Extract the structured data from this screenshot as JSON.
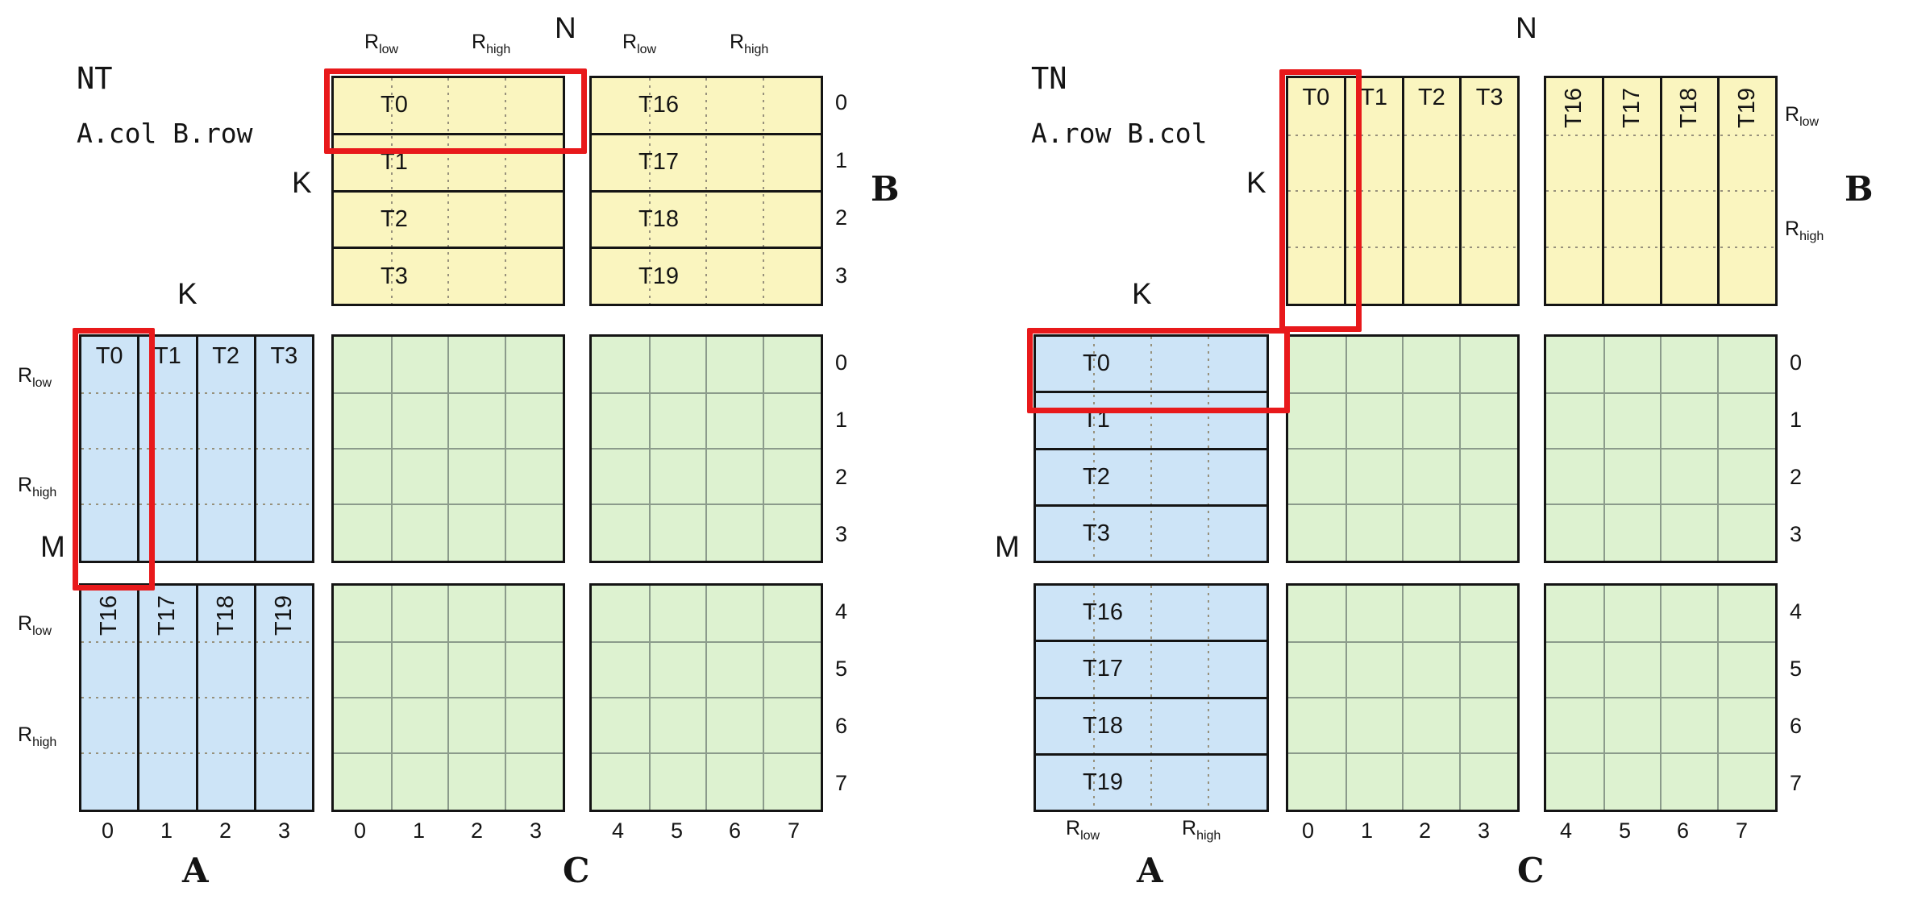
{
  "left": {
    "title": "NT",
    "subtitle": "A.col B.row",
    "n": "N",
    "k_b": "K",
    "k_a": "K",
    "m": "M",
    "a": "A",
    "b": "B",
    "c": "C"
  },
  "right": {
    "title": "TN",
    "subtitle": "A.row B.col",
    "n": "N",
    "k_b": "K",
    "k_a": "K",
    "m": "M",
    "a": "A",
    "b": "B",
    "c": "C"
  },
  "tiles": {
    "low": [
      "T0",
      "T1",
      "T2",
      "T3"
    ],
    "high": [
      "T16",
      "T17",
      "T18",
      "T19"
    ]
  },
  "indices": {
    "first": [
      "0",
      "1",
      "2",
      "3"
    ],
    "second": [
      "4",
      "5",
      "6",
      "7"
    ]
  },
  "r": {
    "base": "R",
    "low": "low",
    "high": "high"
  },
  "colors": {
    "a_fill": "#CDE4F7",
    "b_fill": "#FAF5BF",
    "c_fill": "#DDF2D0",
    "highlight": "#E8191B",
    "border": "#141414"
  }
}
